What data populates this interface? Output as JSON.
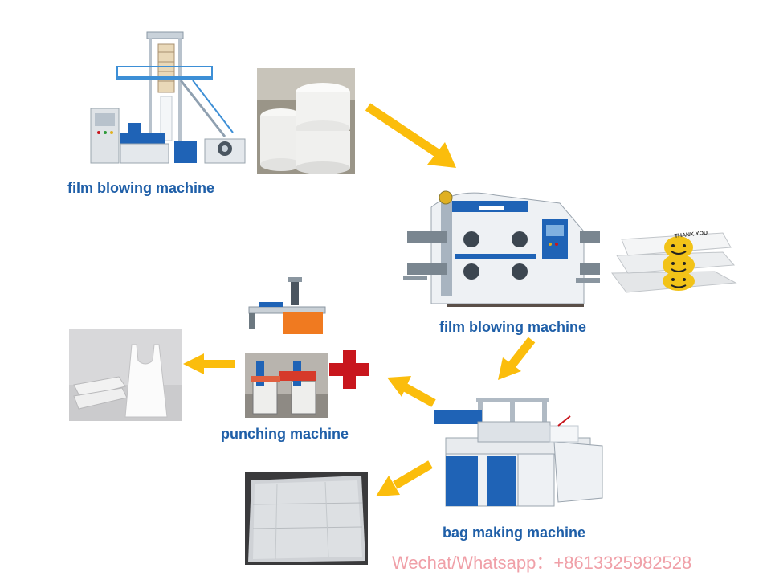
{
  "colors": {
    "label": "#1f5fa8",
    "arrow": "#fbbd0c",
    "plus": "#c8161d",
    "watermark": "#f0a0a8",
    "machine_blue": "#1f63b6",
    "machine_frame": "#e4e8ec"
  },
  "labels": {
    "film_blowing_top": "film blowing machine",
    "film_blowing_right": "film blowing machine",
    "punching": "punching machine",
    "bag_making": "bag making machine"
  },
  "bag_print": "THANK YOU",
  "watermark": "Wechat/Whatsapp：+8613325982528",
  "icons": {
    "plus": "plus-icon",
    "arrows": [
      "arrow-down-right",
      "arrow-down-left",
      "arrow-up-left",
      "arrow-left",
      "arrow-down-left-bag"
    ]
  }
}
